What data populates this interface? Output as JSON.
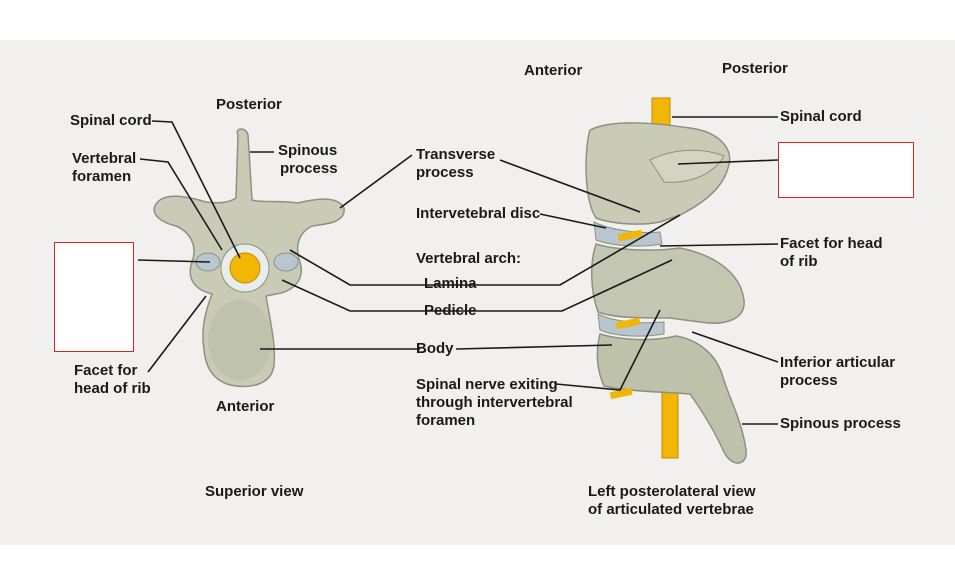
{
  "superior_view": {
    "posterior": "Posterior",
    "anterior": "Anterior",
    "spinal_cord": "Spinal cord",
    "vertebral_foramen": [
      "Vertebral",
      "foramen"
    ],
    "spinous_process": [
      "Spinous",
      "process"
    ],
    "facet_for_head_of_rib": [
      "Facet for",
      "head of rib"
    ],
    "caption": "Superior view"
  },
  "center_labels": {
    "transverse_process": [
      "Transverse",
      "process"
    ],
    "intervertebral_disc": "Intervetebral disc",
    "vertebral_arch": "Vertebral arch:",
    "lamina": "Lamina",
    "pedicle": "Pedicle",
    "body": "Body",
    "spinal_nerve": [
      "Spinal nerve exiting",
      "through intervertebral",
      "foramen"
    ]
  },
  "lateral_view": {
    "anterior": "Anterior",
    "posterior": "Posterior",
    "spinal_cord": "Spinal cord",
    "facet_for_head_of_rib": [
      "Facet for head",
      "of rib"
    ],
    "inferior_articular_process": [
      "Inferior articular",
      "process"
    ],
    "spinous_process": "Spinous process",
    "caption": [
      "Left posterolateral view",
      "of articulated vertebrae"
    ]
  },
  "colors": {
    "bone": "#c9cbb7",
    "bone_shadow": "#9fa391",
    "disc": "#b8c6d0",
    "cord": "#f2b705",
    "blank_border": "#e0241b"
  }
}
